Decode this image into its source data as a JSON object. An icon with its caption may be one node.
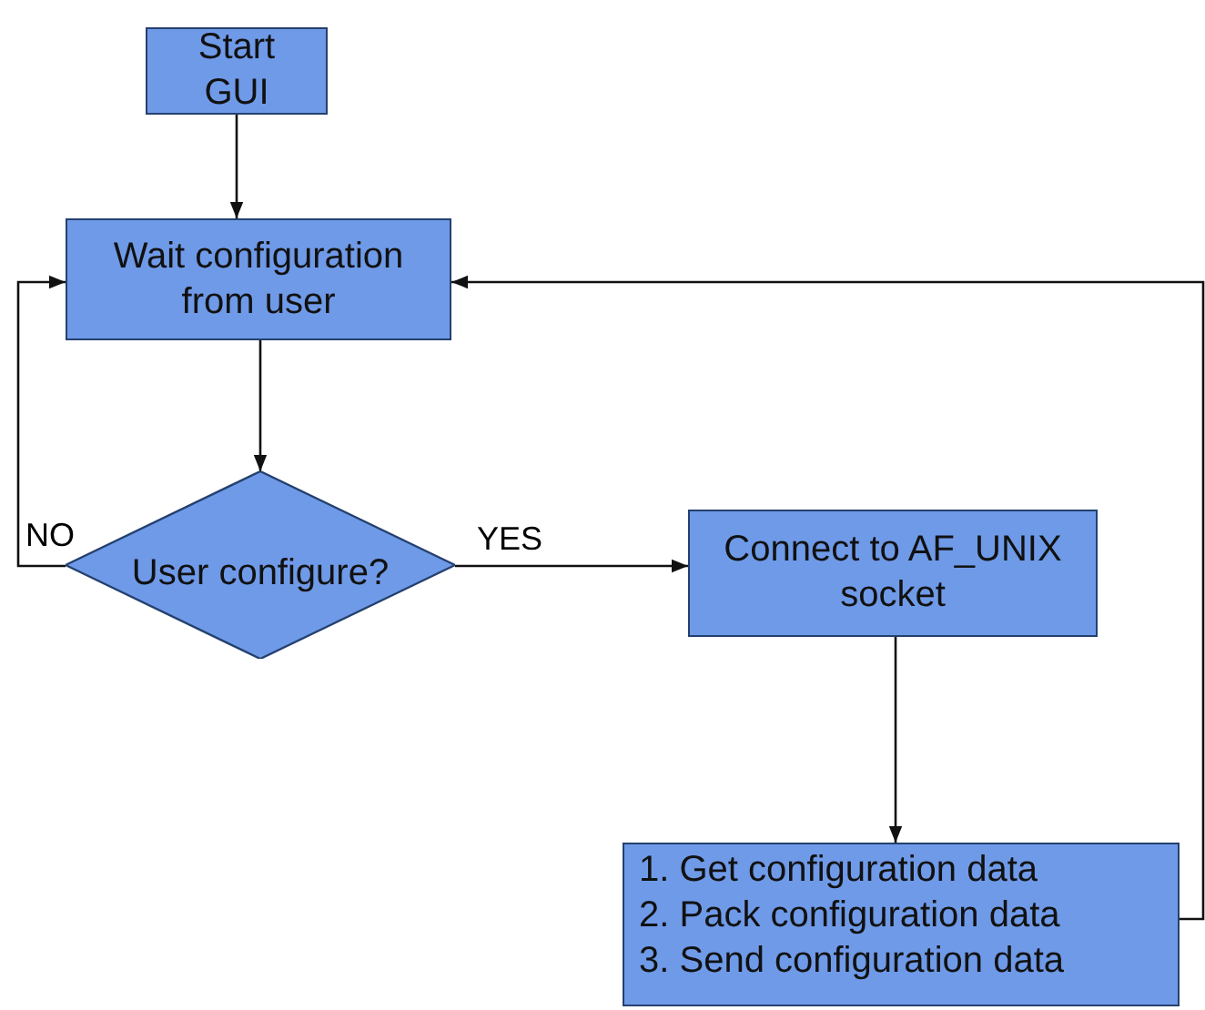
{
  "diagram": {
    "nodes": [
      {
        "text": [
          "Start GUI"
        ]
      },
      {
        "text": [
          "Wait configuration from user"
        ]
      },
      {
        "text": [
          "User configure?"
        ]
      },
      {
        "text": [
          "Connect to AF_UNIX socket"
        ]
      },
      {
        "text": [
          "1. Get configuration data",
          "2. Pack configuration data",
          "3. Send configuration data"
        ]
      }
    ],
    "edges": [
      {
        "from": 0,
        "to": 1,
        "arrow": "to"
      },
      {
        "from": 1,
        "to": 2,
        "arrow": "to"
      },
      {
        "from": 2,
        "to": 1,
        "arrow": "to",
        "label": "NO"
      },
      {
        "from": 2,
        "to": 3,
        "arrow": "to",
        "label": "YES"
      },
      {
        "from": 3,
        "to": 4,
        "arrow": "to"
      },
      {
        "from": 4,
        "to": 1,
        "arrow": "to"
      }
    ]
  }
}
